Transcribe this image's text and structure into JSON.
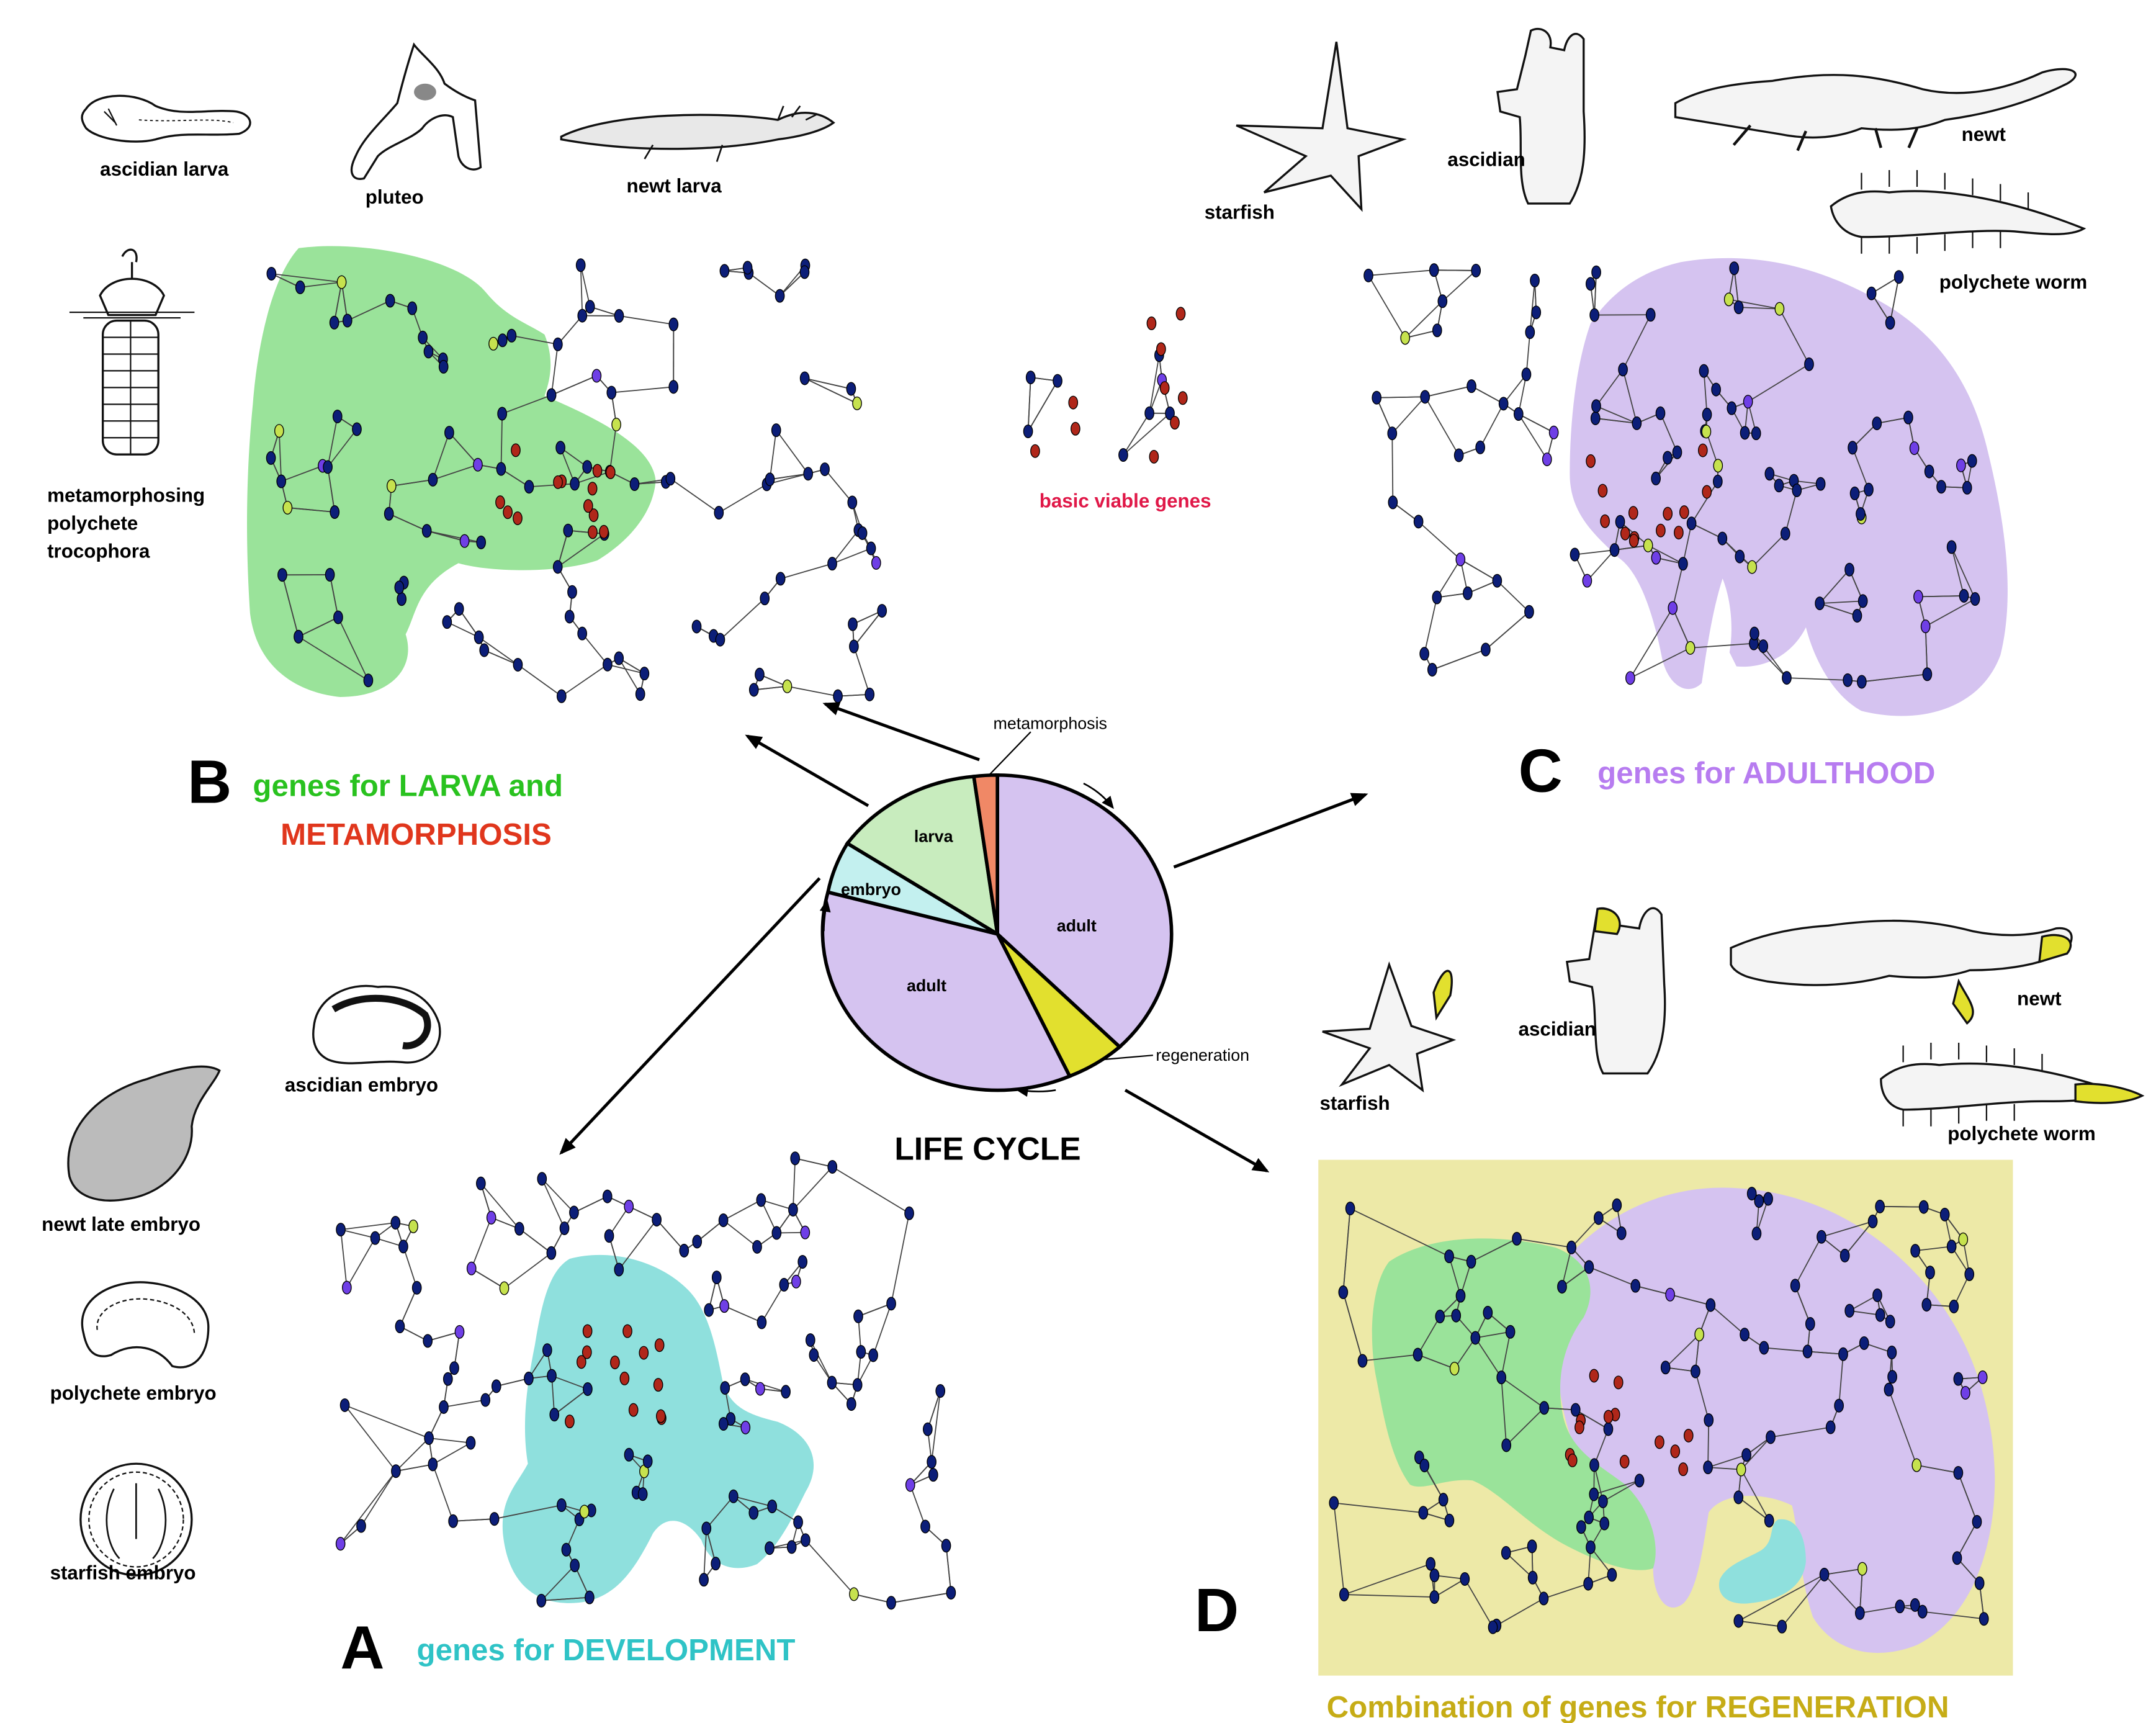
{
  "colors": {
    "larva": "#9ae39a",
    "adult": "#d5c3f0",
    "development": "#8fe0dd",
    "regeneration_bg": "#ede9a7",
    "regeneration_part": "#e2e02e",
    "metamorphosis": "#f08866",
    "embryo_slice": "#c3f0ef",
    "larva_slice": "#c8ecbe",
    "gene_node": "#0c1e78",
    "gene_core": "#b0271a",
    "gene_violet": "#6f3fe6",
    "gene_yellow": "#c6e24e",
    "b_label_green": "#29c21f",
    "metamorphosis_red": "#e0361c",
    "c_label_purple": "#b77cf0",
    "a_label_cyan": "#2fc3c6",
    "d_label_olive": "#c6ac16",
    "basic_genes_label": "#e01848"
  },
  "panels": {
    "A": {
      "letter": "A",
      "caption": "genes for DEVELOPMENT"
    },
    "B": {
      "letter": "B",
      "caption_line1": "genes for LARVA and",
      "caption_line2": "METAMORPHOSIS"
    },
    "C": {
      "letter": "C",
      "caption": "genes for ADULTHOOD"
    },
    "D": {
      "letter": "D",
      "caption": "Combination of genes for REGENERATION"
    }
  },
  "basic_genes": {
    "label": "basic viable genes"
  },
  "life_cycle": {
    "title": "LIFE CYCLE",
    "slices": [
      {
        "label": "adult",
        "id": "adult-right"
      },
      {
        "label": "regeneration",
        "id": "regeneration"
      },
      {
        "label": "adult",
        "id": "adult-left"
      },
      {
        "label": "embryo",
        "id": "embryo"
      },
      {
        "label": "larva",
        "id": "larva"
      },
      {
        "label": "metamorphosis",
        "id": "metamorphosis"
      }
    ]
  },
  "organisms": {
    "larval": [
      {
        "label": "ascidian larva",
        "icon": "ascidian-larva-icon"
      },
      {
        "label": "pluteo",
        "icon": "pluteus-icon"
      },
      {
        "label": "newt larva",
        "icon": "newt-larva-icon"
      },
      {
        "label_lines": [
          "metamorphosing",
          "polychete",
          "trocophora"
        ],
        "icon": "trochophore-icon"
      }
    ],
    "adult": [
      {
        "label": "starfish",
        "icon": "starfish-icon"
      },
      {
        "label": "ascidian",
        "icon": "ascidian-icon"
      },
      {
        "label": "newt",
        "icon": "newt-icon"
      },
      {
        "label": "polychete worm",
        "icon": "polychaete-worm-icon"
      }
    ],
    "regenerating": [
      {
        "label": "starfish",
        "icon": "starfish-regenerating-icon"
      },
      {
        "label": "ascidian",
        "icon": "ascidian-regenerating-icon"
      },
      {
        "label": "newt",
        "icon": "newt-regenerating-icon"
      },
      {
        "label": "polychete worm",
        "icon": "polychaete-regenerating-icon"
      }
    ],
    "embryos": [
      {
        "label": "ascidian embryo",
        "icon": "ascidian-embryo-icon"
      },
      {
        "label": "newt late embryo",
        "icon": "newt-embryo-icon"
      },
      {
        "label": "polychete embryo",
        "icon": "polychaete-embryo-icon"
      },
      {
        "label": "starfish embryo",
        "icon": "starfish-embryo-icon"
      }
    ]
  }
}
